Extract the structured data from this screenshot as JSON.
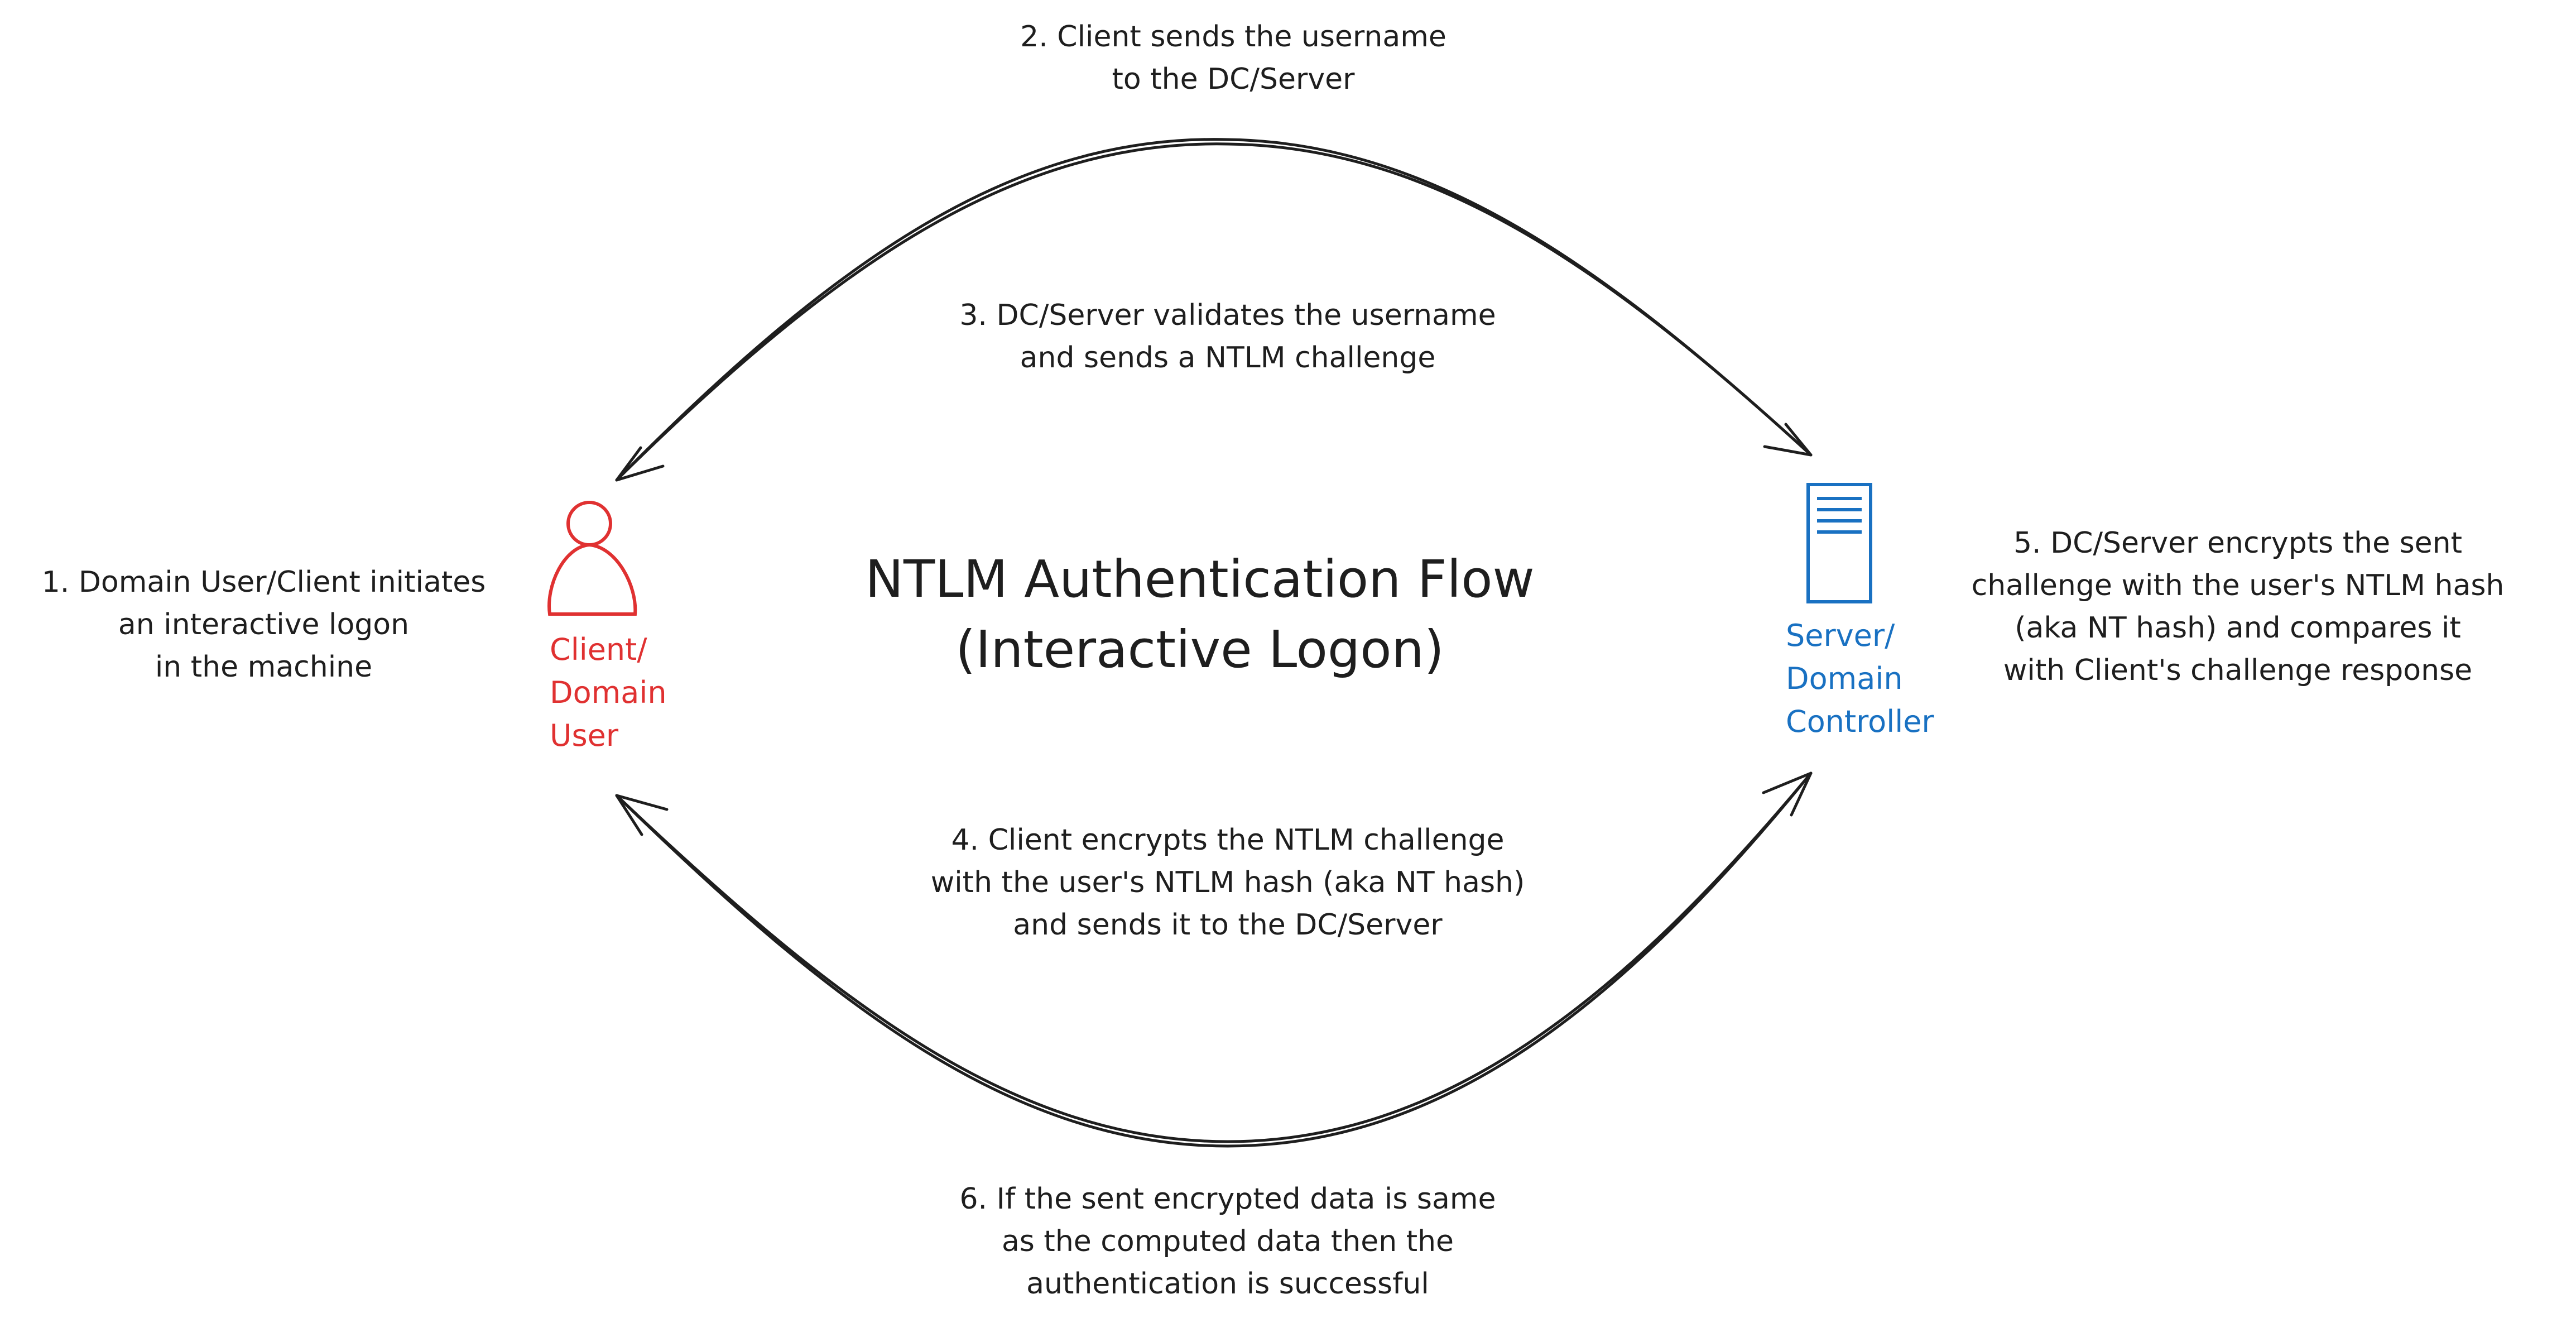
{
  "title": "NTLM Authentication Flow\n(Interactive Logon)",
  "nodes": {
    "client": {
      "label": "Client/\nDomain\nUser",
      "color": "#e03131",
      "icon": "user-icon"
    },
    "server": {
      "label": "Server/\nDomain\nController",
      "color": "#1971c2",
      "icon": "server-icon"
    }
  },
  "steps": {
    "step1": "1. Domain User/Client initiates\nan interactive logon\nin the machine",
    "step2": "2. Client sends the username\nto the DC/Server",
    "step3": "3. DC/Server validates the username\nand sends a NTLM challenge",
    "step4": "4. Client encrypts the NTLM challenge\nwith the user's NTLM hash (aka NT hash)\nand sends it to the DC/Server",
    "step5": "5. DC/Server encrypts the sent\nchallenge with the user's NTLM hash\n(aka NT hash) and compares it\nwith Client's challenge response",
    "step6": "6. If the sent encrypted data is same\nas the computed data then the\nauthentication is successful"
  },
  "colors": {
    "ink": "#1e1e1e",
    "client": "#e03131",
    "server": "#1971c2"
  }
}
